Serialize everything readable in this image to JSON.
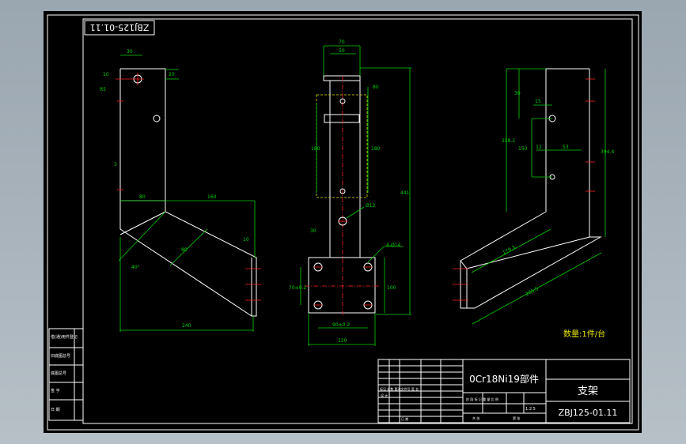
{
  "drawing": {
    "code_rotated": "ZBJ125-01.11",
    "quantity_note": "数量:1件/台",
    "material": "0Cr18Ni19部件",
    "part_name": "支架",
    "drawing_number": "ZBJ125-01.11",
    "scale": "1:2.5",
    "left_stamps": [
      "借(通)用件登记",
      "旧底图总号",
      "底图总号",
      "签 字",
      "日 期"
    ],
    "title_block_small": {
      "change_cols": "标记 处数 更改文件号 签 名",
      "design": "设 计",
      "stage_cols": "阶 段 标 记  重 量  比 例",
      "total": "共  张",
      "sheet": "第  张",
      "date": "日 期"
    }
  },
  "dims": {
    "left": [
      "30",
      "20",
      "10",
      "R5",
      "3",
      "80",
      "160",
      "80",
      "10",
      "40°",
      "240"
    ],
    "front": [
      "70",
      "50",
      "80",
      "180",
      "180",
      "441",
      "Ø12",
      "30",
      "4-Ø14",
      "70±0.2",
      "100",
      "90±0.2",
      "120"
    ],
    "right": [
      "30",
      "15",
      "12",
      "53",
      "150",
      "258.2",
      "394.4",
      "179.3",
      "265.5"
    ]
  }
}
